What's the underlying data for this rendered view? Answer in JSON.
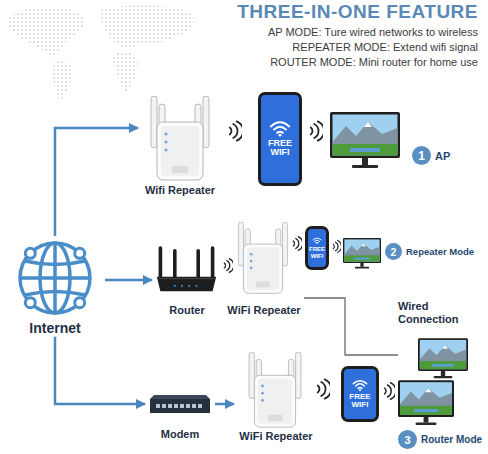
{
  "diagram": {
    "title": "THREE-IN-ONE FEATURE",
    "nodes": [
      {
        "text": [
          "Internet"
        ]
      },
      {
        "text": [
          "Wifi Repeater"
        ]
      },
      {
        "text": [
          "FREE WIFI"
        ]
      },
      {
        "text": [
          "1",
          "AP"
        ]
      },
      {
        "text": [
          "Router"
        ]
      },
      {
        "text": [
          "WiFi Repeater"
        ]
      },
      {
        "text": [
          "FREE WIFI"
        ]
      },
      {
        "text": [
          "2",
          "Repeater Mode"
        ]
      },
      {
        "text": [
          "Wired Connection"
        ]
      },
      {
        "text": [
          "Modem"
        ]
      },
      {
        "text": [
          "WiFi Repeater"
        ]
      },
      {
        "text": [
          "FREE WIFI"
        ]
      },
      {
        "text": [
          "3",
          "Router Mode"
        ]
      }
    ],
    "edges": [
      {
        "from": 0,
        "to": 1,
        "arrow": "to"
      },
      {
        "from": 0,
        "to": 4,
        "arrow": "to"
      },
      {
        "from": 0,
        "to": 9,
        "arrow": "to"
      },
      {
        "from": 9,
        "to": 10,
        "arrow": "to"
      },
      {
        "from": 5,
        "to": 8,
        "arrow": "none"
      }
    ],
    "labels": [
      "AP MODE: Ture wired networks to wireless",
      "REPEATER MODE: Extend wifi signal",
      "ROUTER MODE: Mini router for home use"
    ]
  }
}
